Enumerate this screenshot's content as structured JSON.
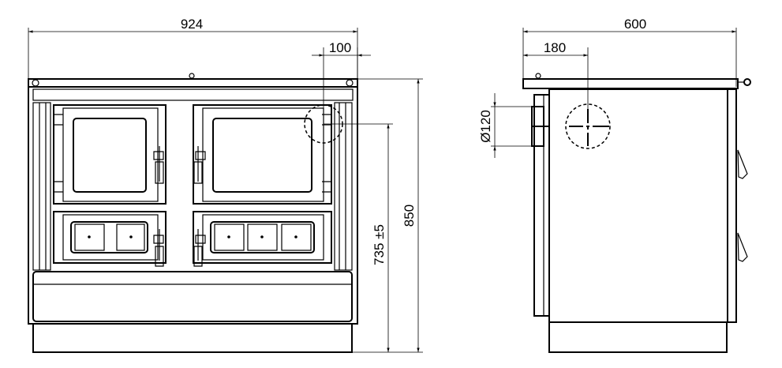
{
  "front_view": {
    "width_label": "924",
    "flue_offset_label": "100",
    "height_label": "850",
    "worktop_height_label": "735 ±5"
  },
  "side_view": {
    "depth_label": "600",
    "flue_offset_label": "180",
    "flue_diameter_label": "Ø120"
  },
  "colors": {
    "line": "#000000",
    "background": "#ffffff"
  }
}
